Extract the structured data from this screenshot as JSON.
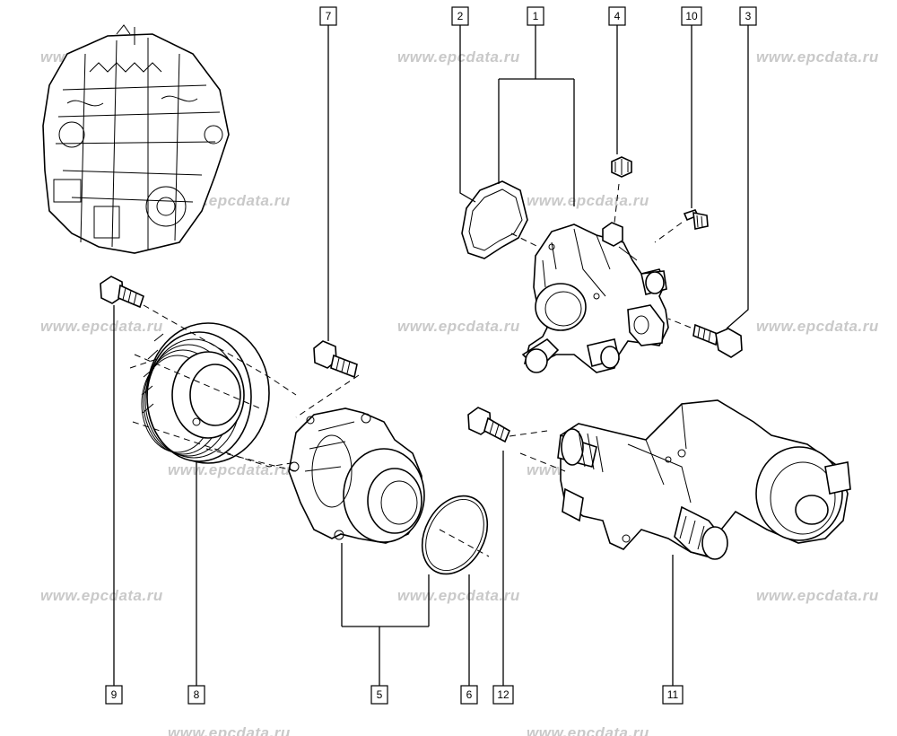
{
  "watermark": "www.epcdata.ru",
  "callouts": {
    "c1": "1",
    "c2": "2",
    "c3": "3",
    "c4": "4",
    "c5": "5",
    "c6": "6",
    "c7": "7",
    "c8": "8",
    "c9": "9",
    "c10": "10",
    "c11": "11",
    "c12": "12"
  },
  "icons": {
    "engine": "engine-icon",
    "thermostat_housing": "thermostat-housing-icon",
    "water_pump": "water-pump-icon",
    "pulley": "pulley-icon"
  }
}
